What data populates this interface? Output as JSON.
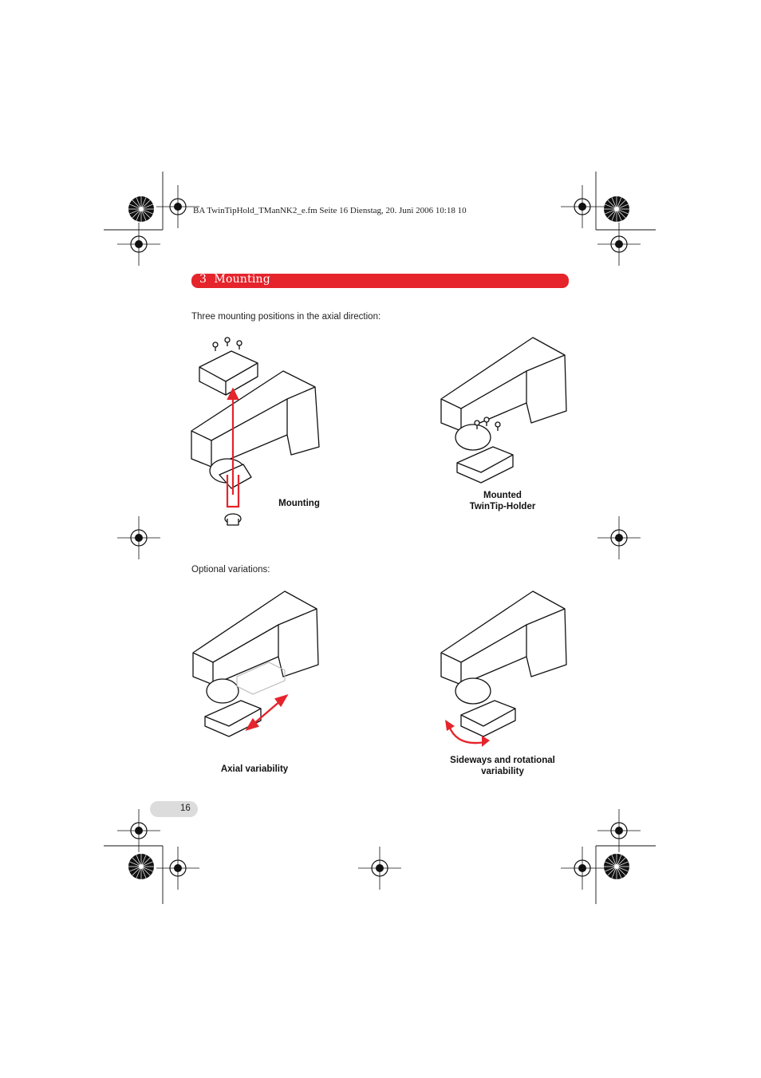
{
  "header": {
    "file_info": "BA TwinTipHold_TManNK2_e.fm  Seite 16  Dienstag, 20. Juni 2006  10:18 10"
  },
  "section": {
    "number": "3",
    "title": "Mounting",
    "accent_color": "#e5242c"
  },
  "intro_text": "Three mounting positions in the axial direction:",
  "figures_top": {
    "left_caption": "Mounting",
    "right_caption_line1": "Mounted",
    "right_caption_line2": "TwinTip-Holder"
  },
  "optional_text": "Optional variations:",
  "figures_bottom": {
    "left_caption": "Axial variability",
    "right_caption_line1": "Sideways and rotational",
    "right_caption_line2": "variability"
  },
  "footer": {
    "page_number": "16"
  }
}
